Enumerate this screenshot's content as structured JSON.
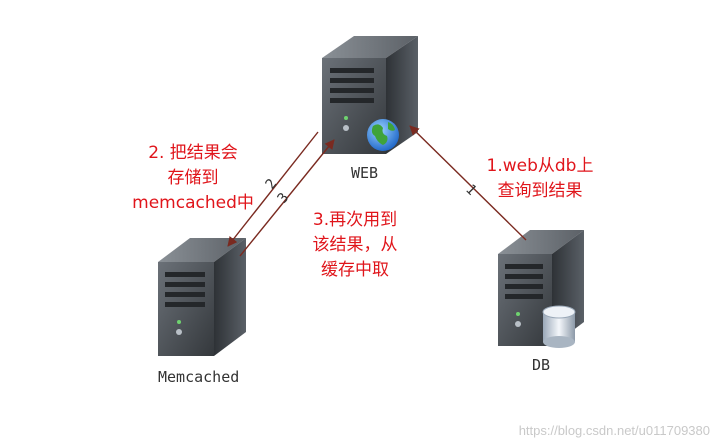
{
  "nodes": {
    "web": {
      "label": "WEB"
    },
    "memcached": {
      "label": "Memcached"
    },
    "db": {
      "label": "DB"
    }
  },
  "notes": {
    "step1": {
      "lines": [
        "1.web从db上",
        "查询到结果"
      ]
    },
    "step2": {
      "lines": [
        "2. 把结果会",
        "存储到",
        "memcached中"
      ]
    },
    "step3": {
      "lines": [
        "3.再次用到",
        "该结果，从",
        "缓存中取"
      ]
    }
  },
  "markers": {
    "m1": "1",
    "m2": "2",
    "m3": "3"
  },
  "colors": {
    "arrow": "#7a2a20",
    "note_text": "#e0151b",
    "server_body": "#4a4f55",
    "server_front": "#3a3e43"
  },
  "watermark": "https://blog.csdn.net/u011709380"
}
